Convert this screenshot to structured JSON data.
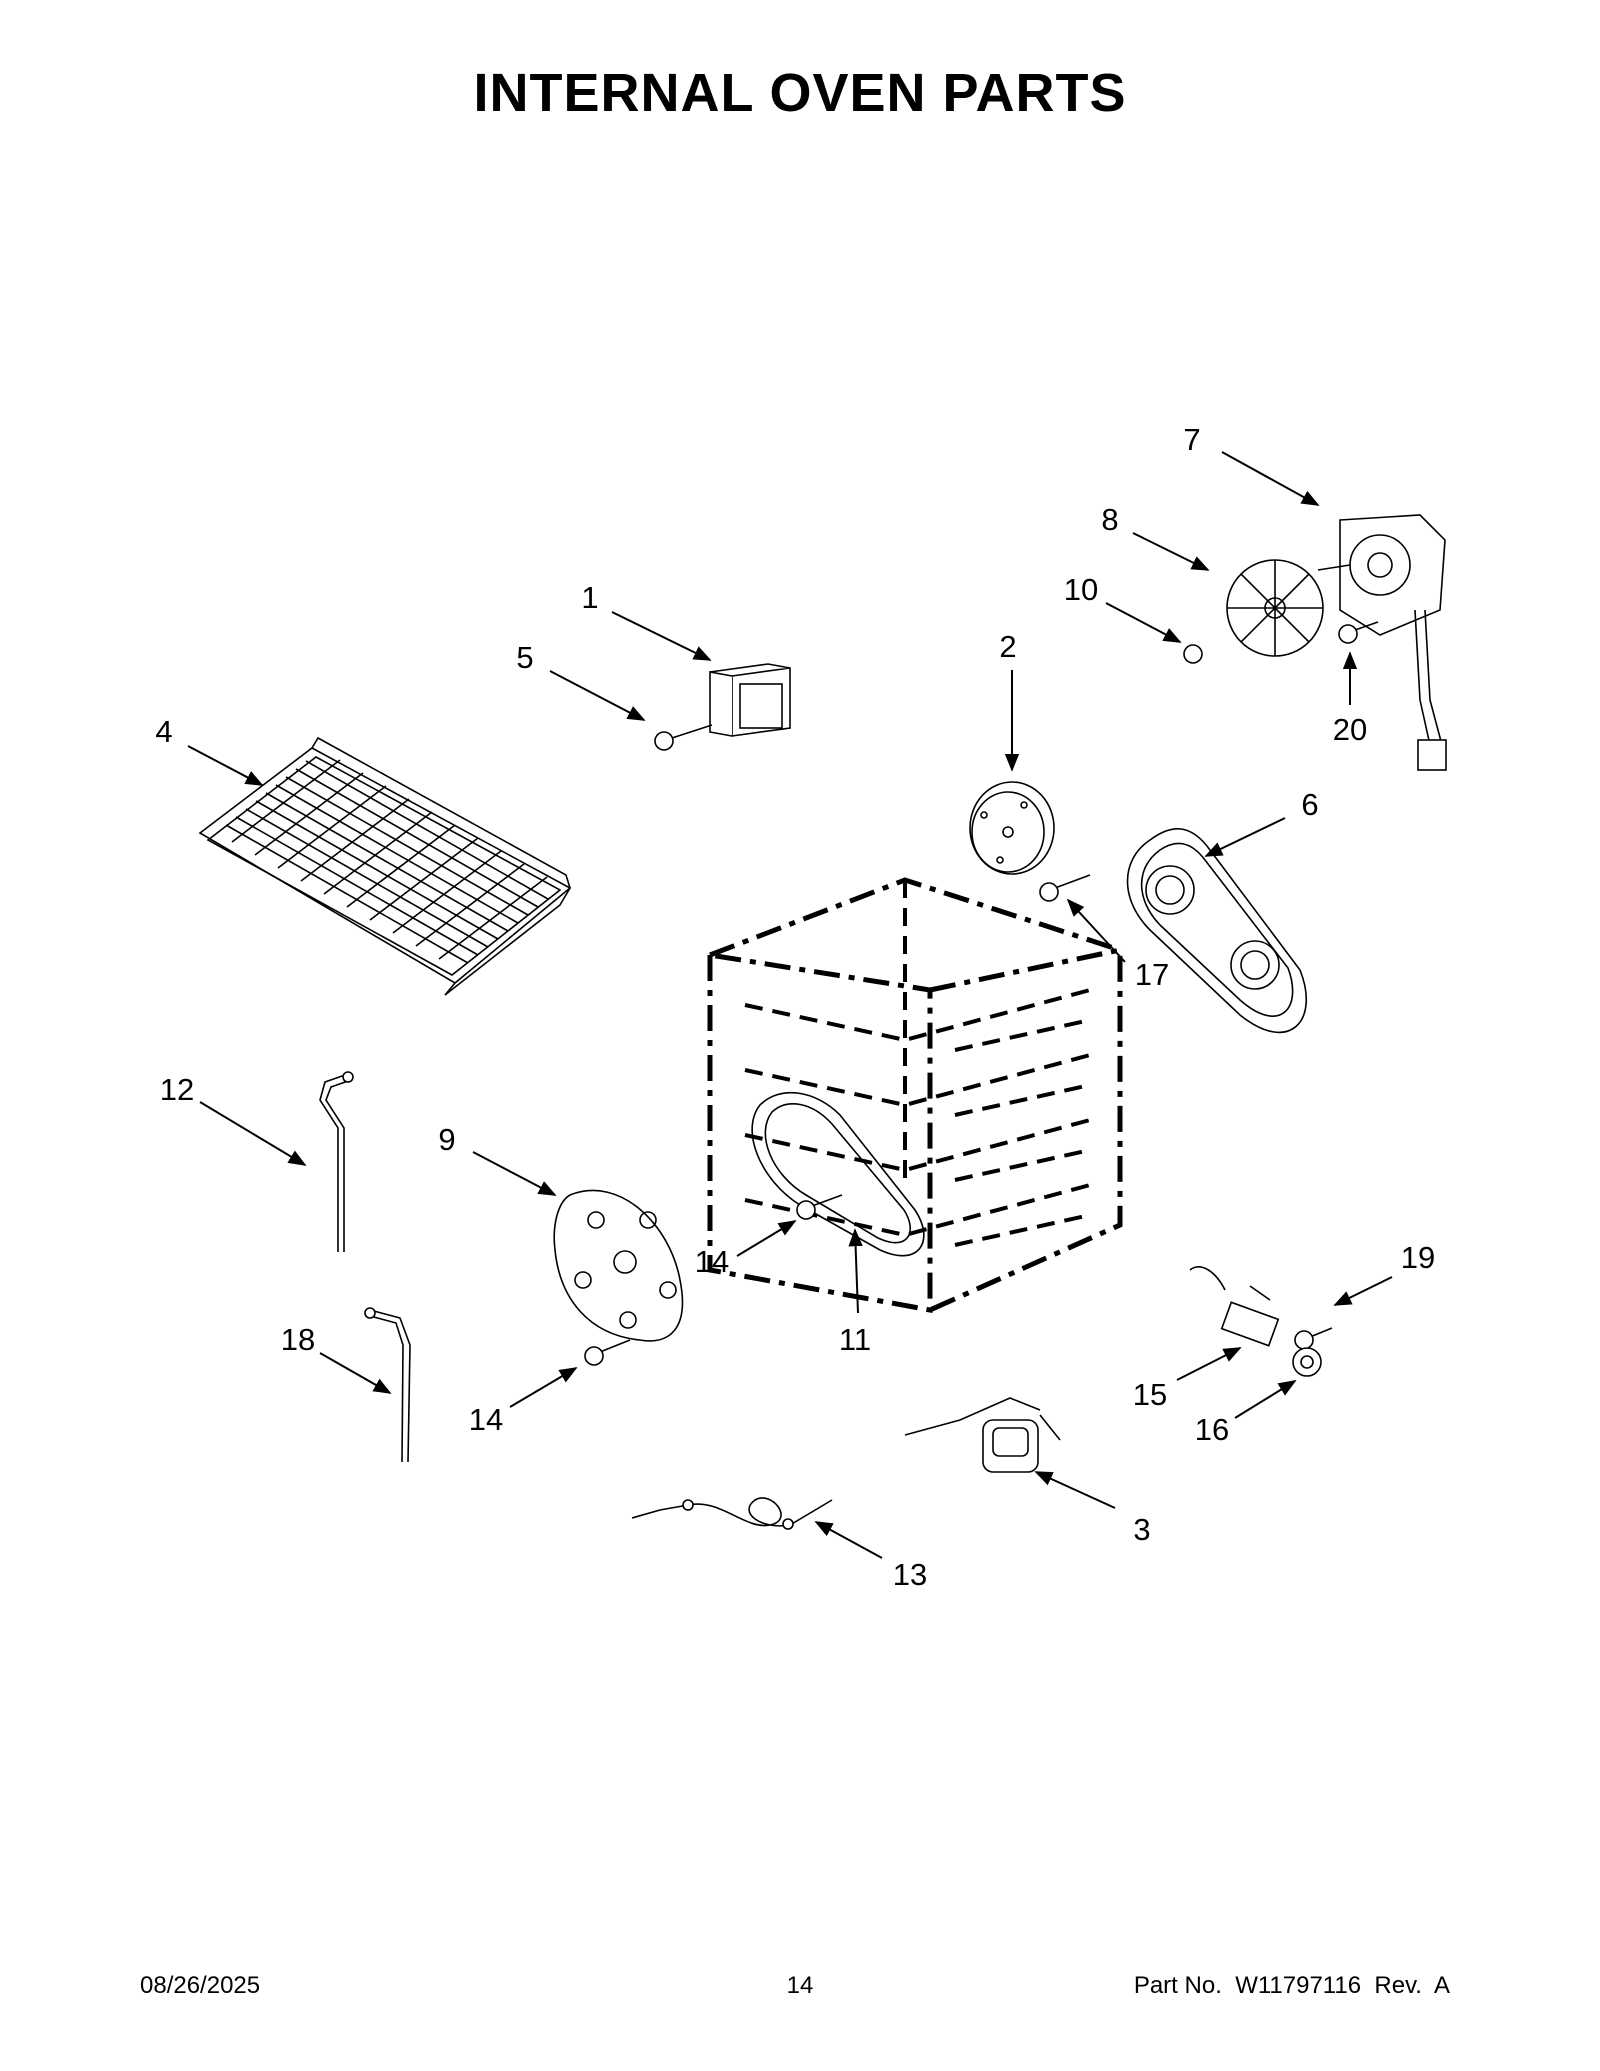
{
  "title": "INTERNAL OVEN PARTS",
  "footer": {
    "date": "08/26/2025",
    "page": "14",
    "part": "Part No.  W11797116  Rev.  A"
  },
  "callouts": [
    {
      "id": "c7",
      "label": "7"
    },
    {
      "id": "c8",
      "label": "8"
    },
    {
      "id": "c10",
      "label": "10"
    },
    {
      "id": "c20",
      "label": "20"
    },
    {
      "id": "c1",
      "label": "1"
    },
    {
      "id": "c5",
      "label": "5"
    },
    {
      "id": "c2",
      "label": "2"
    },
    {
      "id": "c4",
      "label": "4"
    },
    {
      "id": "c6",
      "label": "6"
    },
    {
      "id": "c17",
      "label": "17"
    },
    {
      "id": "c12",
      "label": "12"
    },
    {
      "id": "c9",
      "label": "9"
    },
    {
      "id": "c14a",
      "label": "14"
    },
    {
      "id": "c11",
      "label": "11"
    },
    {
      "id": "c19",
      "label": "19"
    },
    {
      "id": "c15",
      "label": "15"
    },
    {
      "id": "c16",
      "label": "16"
    },
    {
      "id": "c18",
      "label": "18"
    },
    {
      "id": "c14b",
      "label": "14"
    },
    {
      "id": "c3",
      "label": "3"
    },
    {
      "id": "c13",
      "label": "13"
    }
  ]
}
